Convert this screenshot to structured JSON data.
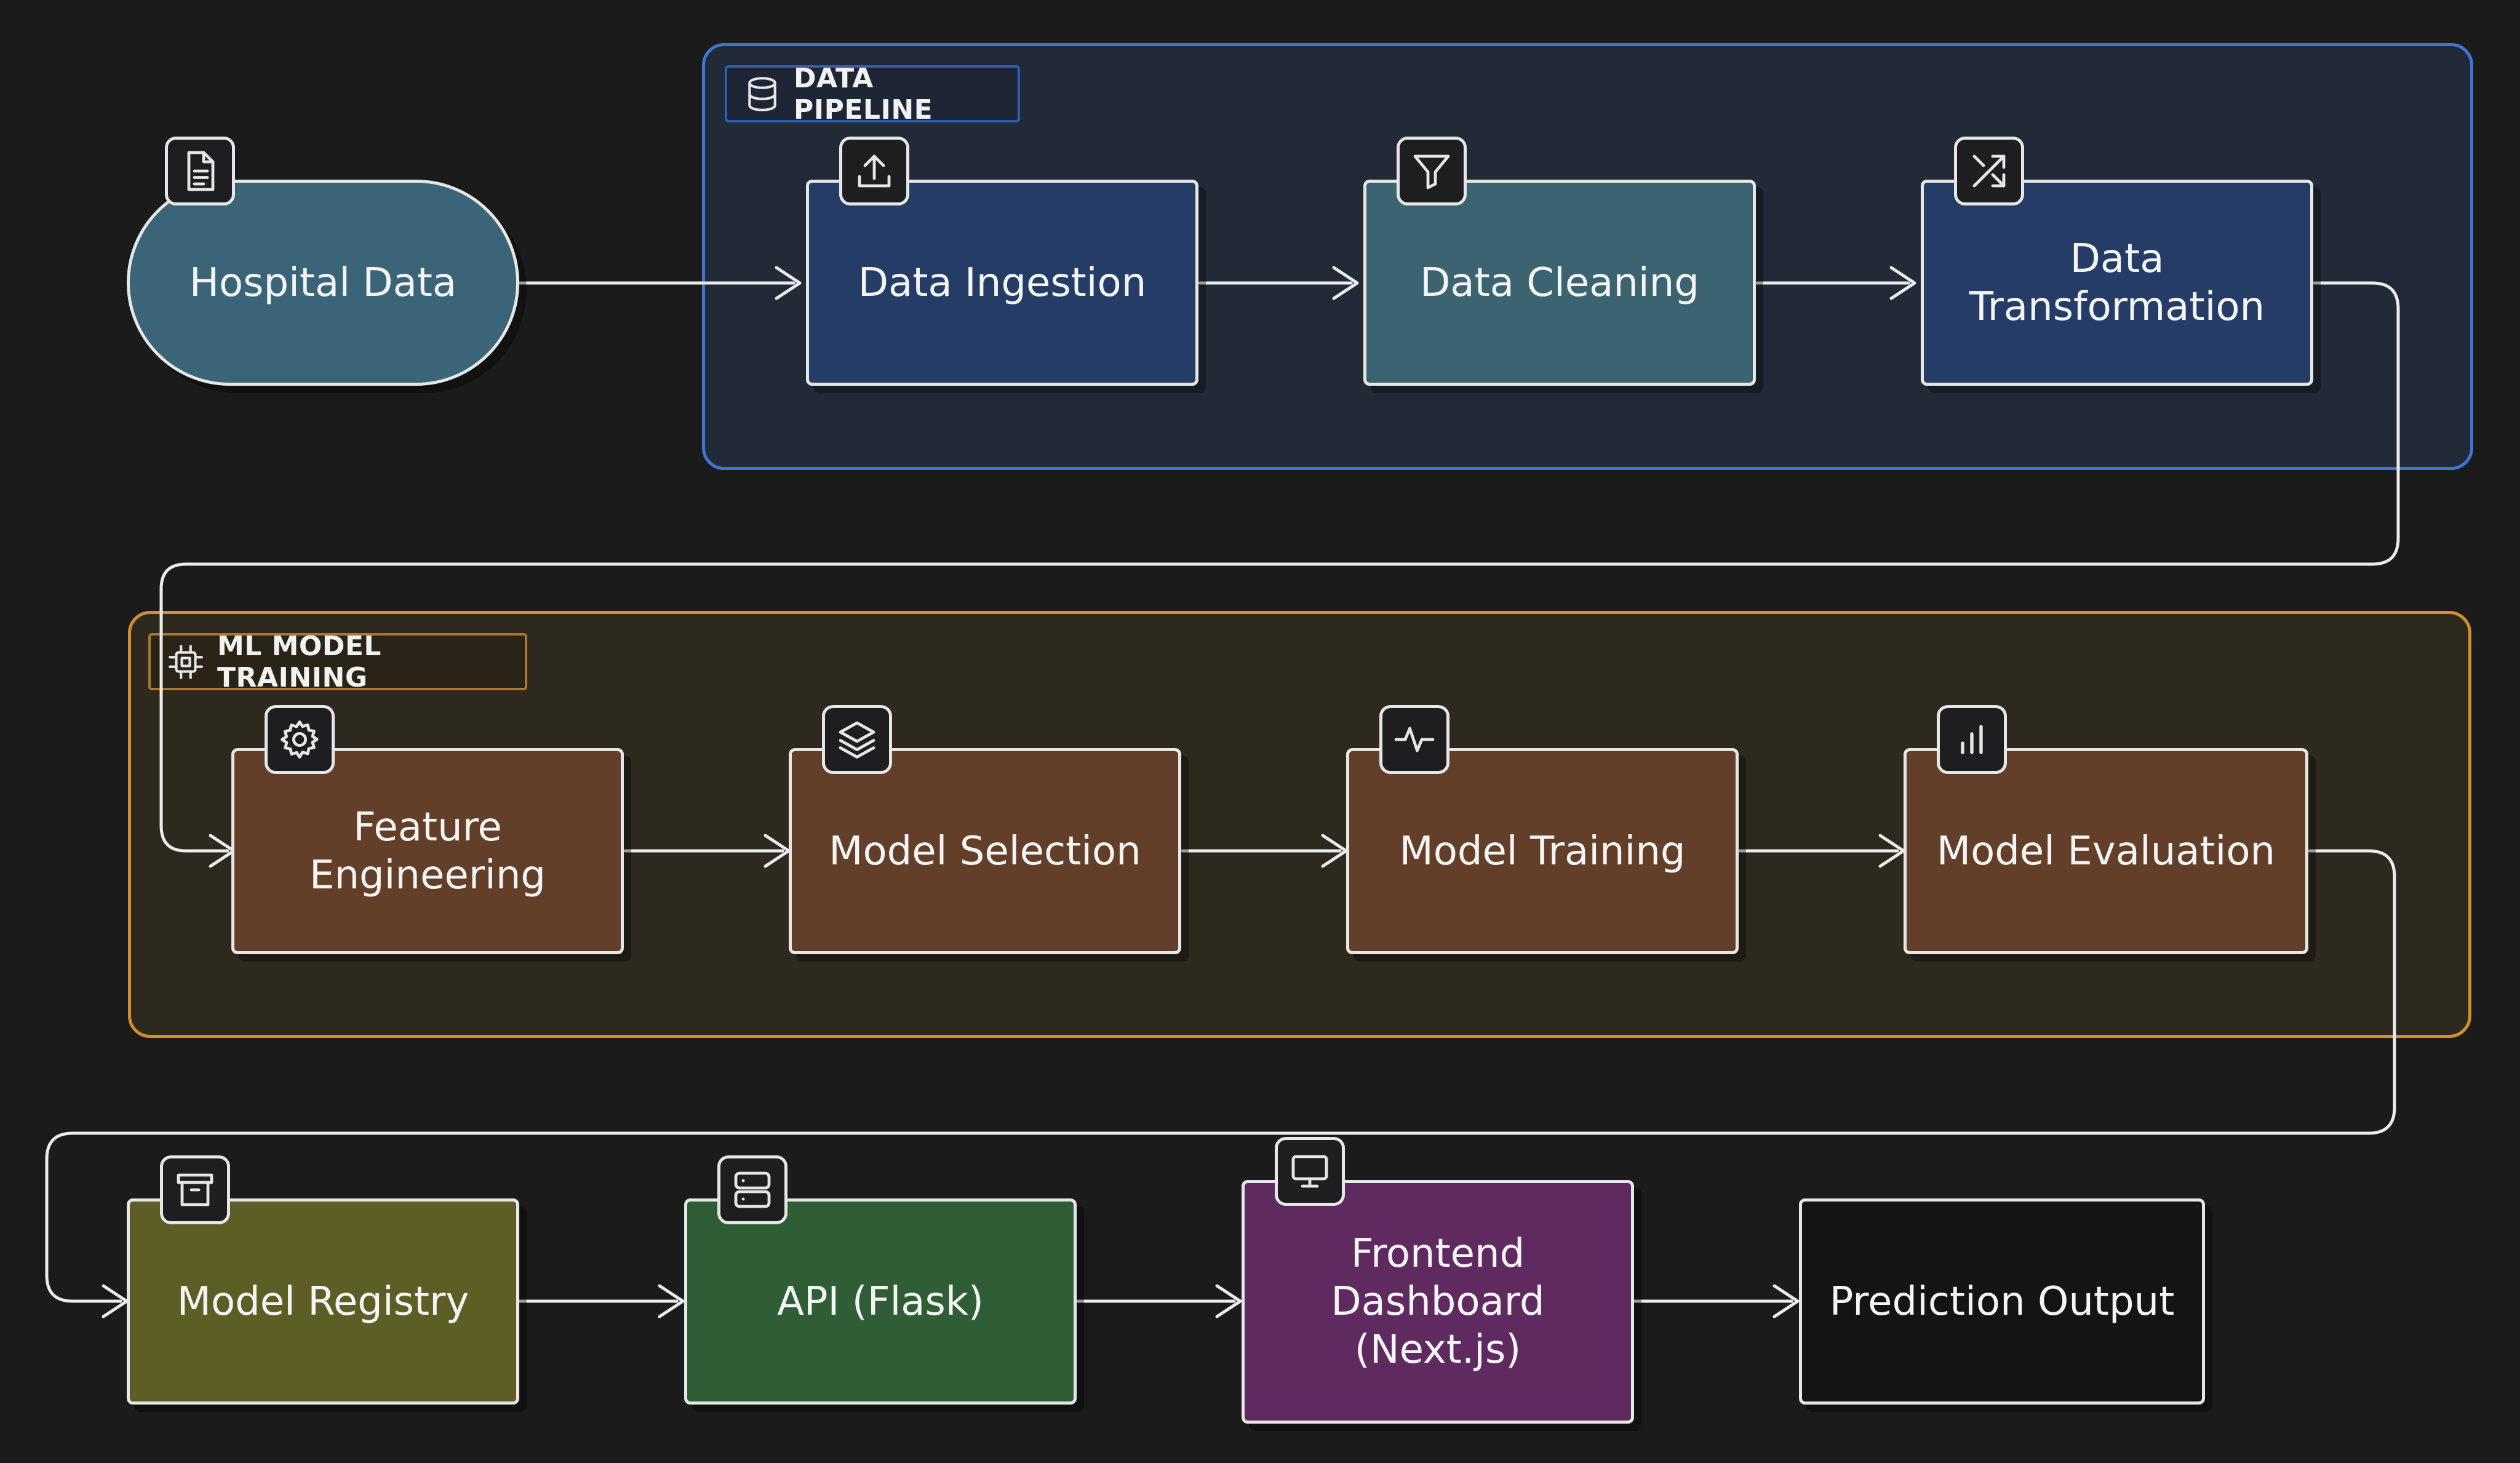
{
  "groups": {
    "data_pipeline": {
      "label": "DATA PIPELINE",
      "icon": "database-icon",
      "border_color": "#3f74d6"
    },
    "ml_training": {
      "label": "ML MODEL TRAINING",
      "icon": "cpu-chip-icon",
      "border_color": "#d28f2e"
    }
  },
  "nodes": {
    "hospital_data": {
      "label": "Hospital Data",
      "icon": "document-icon",
      "color": "#3a6478"
    },
    "data_ingestion": {
      "label": "Data Ingestion",
      "icon": "upload-icon",
      "color": "#253d66"
    },
    "data_cleaning": {
      "label": "Data Cleaning",
      "icon": "filter-icon",
      "color": "#3b6470"
    },
    "data_transformation": {
      "label": "Data\nTransformation",
      "icon": "shuffle-icon",
      "color": "#253d66"
    },
    "feature_engineering": {
      "label": "Feature\nEngineering",
      "icon": "gear-icon",
      "color": "#633f2a"
    },
    "model_selection": {
      "label": "Model Selection",
      "icon": "layers-icon",
      "color": "#633f2a"
    },
    "model_training": {
      "label": "Model Training",
      "icon": "activity-icon",
      "color": "#633f2a"
    },
    "model_evaluation": {
      "label": "Model Evaluation",
      "icon": "bar-chart-icon",
      "color": "#633f2a"
    },
    "model_registry": {
      "label": "Model Registry",
      "icon": "archive-icon",
      "color": "#5c5e26"
    },
    "api_flask": {
      "label": "API (Flask)",
      "icon": "server-icon",
      "color": "#2f5e36"
    },
    "frontend_dashboard": {
      "label": "Frontend\nDashboard\n(Next.js)",
      "icon": "monitor-icon",
      "color": "#5e2a60"
    },
    "prediction_output": {
      "label": "Prediction Output",
      "icon": "",
      "color": "#141414"
    }
  }
}
